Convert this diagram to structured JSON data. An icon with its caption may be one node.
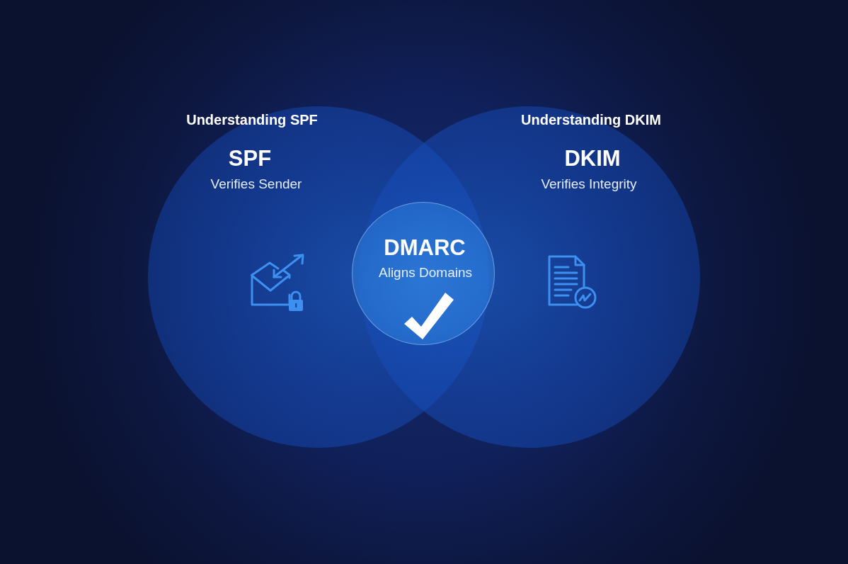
{
  "diagram": {
    "nodes": [
      {
        "text": [
          "Understanding SPF",
          "SPF",
          "Verifies Sender"
        ]
      },
      {
        "text": [
          "Understanding DKIM",
          "DKIM",
          "Verifies Integrity"
        ]
      },
      {
        "text": [
          "DMARC",
          "Aligns Domains"
        ]
      }
    ],
    "edges": []
  }
}
